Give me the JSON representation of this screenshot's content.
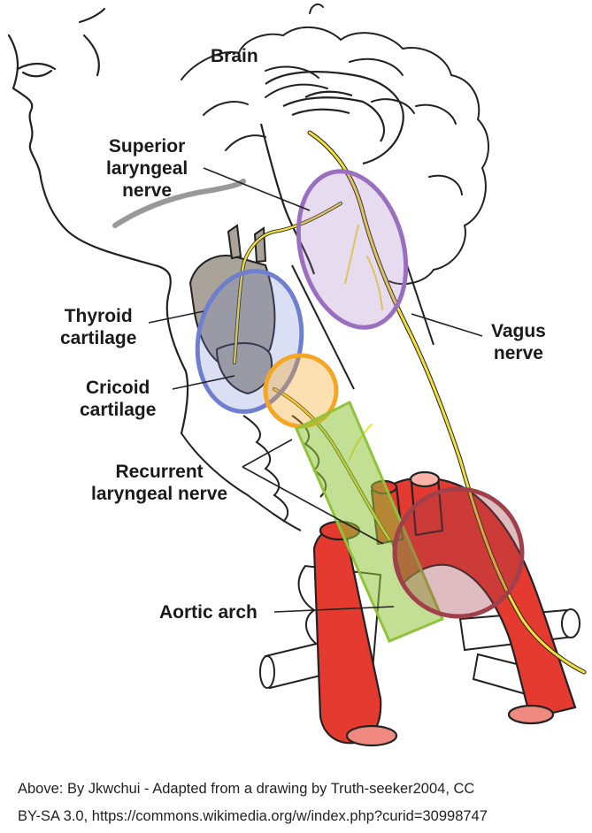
{
  "labels": {
    "brain": "Brain",
    "superior_laryngeal_nerve": [
      "Superior",
      "laryngeal",
      "nerve"
    ],
    "thyroid_cartilage": [
      "Thyroid",
      "cartilage"
    ],
    "cricoid_cartilage": [
      "Cricoid",
      "cartilage"
    ],
    "vagus_nerve": [
      "Vagus",
      "nerve"
    ],
    "recurrent_laryngeal_nerve": [
      "Recurrent",
      "laryngeal nerve"
    ],
    "aortic_arch": "Aortic arch"
  },
  "credit": {
    "line1": "Above: By Jkwchui - Adapted from a drawing by Truth-seeker2004, CC",
    "line2": "BY-SA 3.0, https://commons.wikimedia.org/w/index.php?curid=30998747"
  },
  "colors": {
    "aorta": "#e53a30",
    "aorta_dark": "#b3211b",
    "nerve": "#f3e03a",
    "cartilage": "#a9a39a",
    "purple_highlight": "#9b6fc0",
    "blue_highlight": "#6f7fd0",
    "orange_highlight": "#f5a623",
    "green_highlight": "#8fc43a",
    "maroon_highlight": "#a0404a"
  }
}
